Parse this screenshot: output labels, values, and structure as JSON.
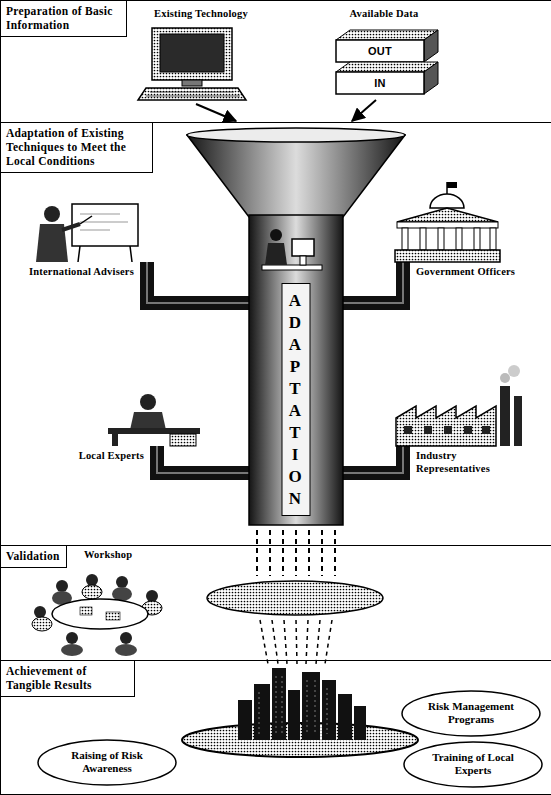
{
  "diagram": {
    "nodes": [
      {
        "text": [
          "Preparation of Basic Information"
        ]
      },
      {
        "text": [
          "Adaptation of Existing Techniques to Meet the Local Conditions"
        ]
      },
      {
        "text": [
          "ADAPTATION"
        ],
        "in": 1
      },
      {
        "text": [
          "Validation"
        ]
      },
      {
        "text": [
          "Achievement of Tangible Results"
        ]
      },
      {
        "text": [
          "Risk Management Programs"
        ],
        "in": 4
      },
      {
        "text": [
          "Raising of Risk Awareness"
        ],
        "in": 4
      },
      {
        "text": [
          "Training of Local Experts"
        ],
        "in": 4
      }
    ],
    "labels": [
      "Existing Technology",
      "Available Data",
      "OUT",
      "IN",
      "International Advisers",
      "Government Officers",
      "Local Experts",
      "Industry Representatives",
      "Workshop"
    ]
  }
}
